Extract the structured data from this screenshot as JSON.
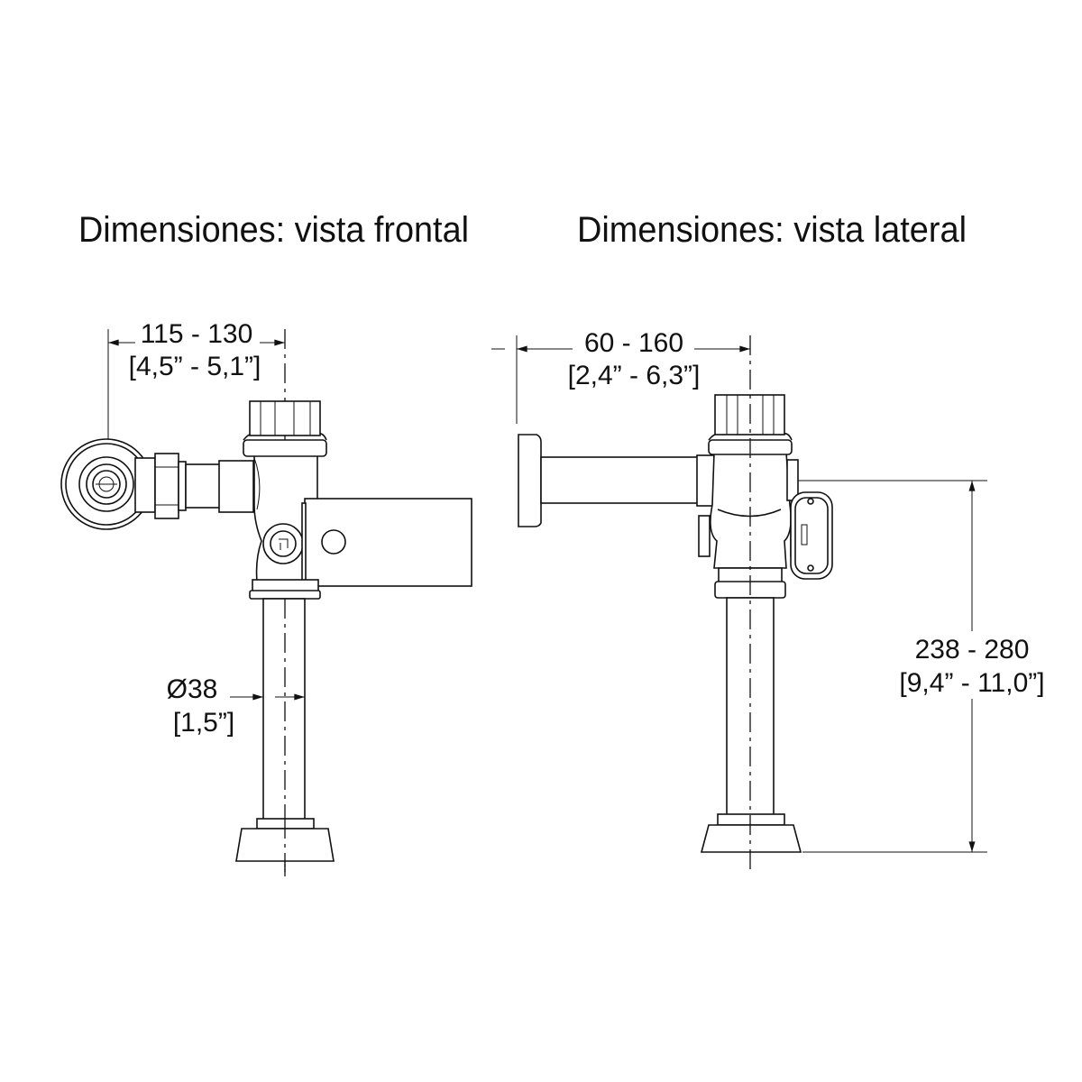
{
  "front_view": {
    "title": "Dimensiones: vista frontal",
    "width_dim": {
      "mm": "115 - 130",
      "in": "[4,5” - 5,1”]"
    },
    "pipe_dim": {
      "mm": "Ø38",
      "in": "[1,5”]"
    }
  },
  "side_view": {
    "title": "Dimensiones: vista lateral",
    "depth_dim": {
      "mm": "60 - 160",
      "in": "[2,4” - 6,3”]"
    },
    "height_dim": {
      "mm": "238 - 280",
      "in": "[9,4” - 11,0”]"
    }
  }
}
